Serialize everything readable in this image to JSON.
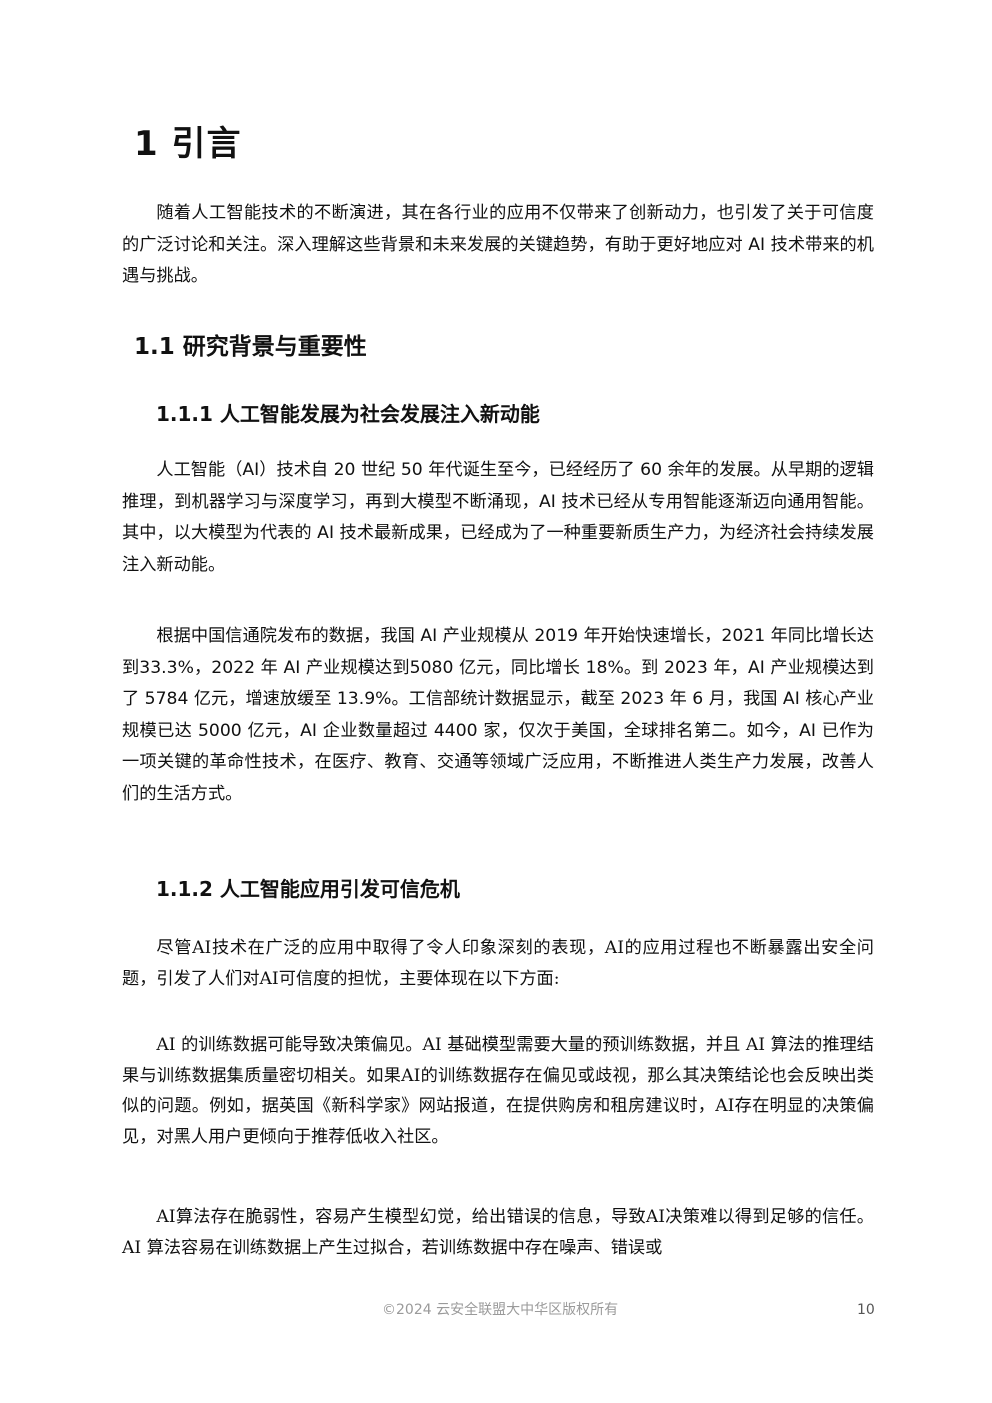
{
  "document": {
    "chapter_title": "1 引言",
    "intro_paragraph": "随着人工智能技术的不断演进，其在各行业的应用不仅带来了创新动力，也引发了关于可信度的广泛讨论和关注。深入理解这些背景和未来发展的关键趋势，有助于更好地应对 AI 技术带来的机遇与挑战。",
    "section_title": "1.1  研究背景与重要性",
    "subsection_1": {
      "title": "1.1.1 人工智能发展为社会发展注入新动能",
      "paragraphs": [
        "人工智能（AI）技术自 20 世纪 50 年代诞生至今，已经经历了 60 余年的发展。从早期的逻辑推理，到机器学习与深度学习，再到大模型不断涌现，AI 技术已经从专用智能逐渐迈向通用智能。其中，以大模型为代表的 AI 技术最新成果，已经成为了一种重要新质生产力，为经济社会持续发展注入新动能。",
        "根据中国信通院发布的数据，我国 AI 产业规模从 2019 年开始快速增长，2021 年同比增长达到33.3%，2022 年 AI 产业规模达到5080 亿元，同比增长 18%。到 2023 年，AI 产业规模达到了 5784 亿元，增速放缓至 13.9%。工信部统计数据显示，截至 2023 年 6 月，我国 AI 核心产业规模已达 5000 亿元，AI 企业数量超过 4400 家，仅次于美国，全球排名第二。如今，AI 已作为一项关键的革命性技术，在医疗、教育、交通等领域广泛应用，不断推进人类生产力发展，改善人们的生活方式。"
      ]
    },
    "subsection_2": {
      "title": "1.1.2 人工智能应用引发可信危机",
      "paragraphs": [
        "尽管AI技术在广泛的应用中取得了令人印象深刻的表现，AI的应用过程也不断暴露出安全问题，引发了人们对AI可信度的担忧，主要体现在以下方面:",
        "AI 的训练数据可能导致决策偏见。AI 基础模型需要大量的预训练数据，并且 AI 算法的推理结果与训练数据集质量密切相关。如果AI的训练数据存在偏见或歧视，那么其决策结论也会反映出类似的问题。例如，据英国《新科学家》网站报道，在提供购房和租房建议时，AI存在明显的决策偏见，对黑人用户更倾向于推荐低收入社区。",
        "AI算法存在脆弱性，容易产生模型幻觉，给出错误的信息，导致AI决策难以得到足够的信任。AI 算法容易在训练数据上产生过拟合，若训练数据中存在噪声、错误或"
      ]
    }
  },
  "footer": {
    "copyright": "©2024 云安全联盟大中华区版权所有",
    "page_number": "10"
  }
}
